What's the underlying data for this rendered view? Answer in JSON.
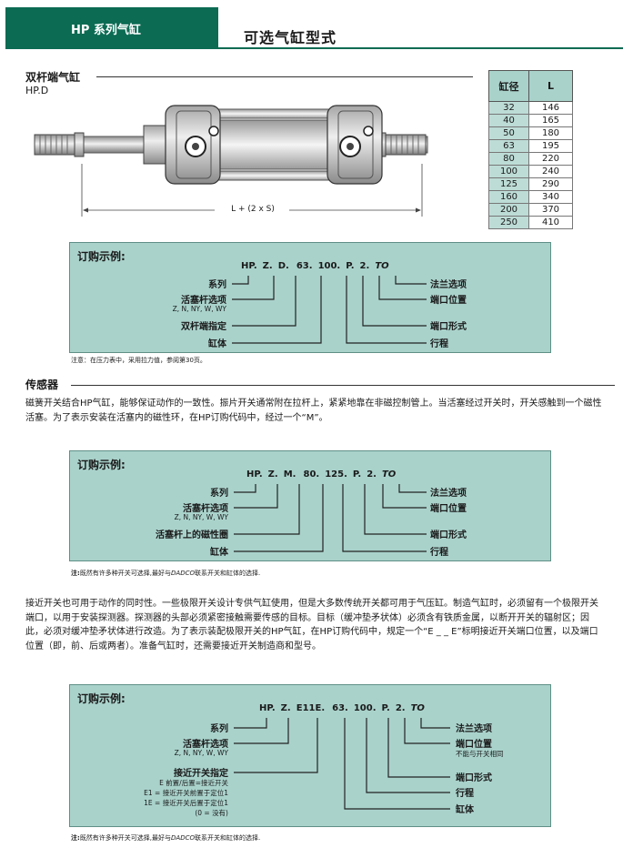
{
  "header": {
    "tab_label": "HP 系列气缸",
    "title": "可选气缸型式"
  },
  "section1": {
    "title": "双杆端气缸",
    "code": "HP.D",
    "dimension_label": "L + (2 x S)"
  },
  "bore_table": {
    "headers": [
      "缸径",
      "L"
    ],
    "rows": [
      [
        "32",
        "146"
      ],
      [
        "40",
        "165"
      ],
      [
        "50",
        "180"
      ],
      [
        "63",
        "195"
      ],
      [
        "80",
        "220"
      ],
      [
        "100",
        "240"
      ],
      [
        "125",
        "290"
      ],
      [
        "160",
        "340"
      ],
      [
        "200",
        "370"
      ],
      [
        "250",
        "410"
      ]
    ]
  },
  "panel1": {
    "title": "订购示例:",
    "codes": [
      "HP.",
      "Z.",
      "D.",
      "63.",
      "100.",
      "P.",
      "2.",
      "TO"
    ],
    "left_labels": [
      "系列",
      "活塞杆选项",
      "双杆端指定",
      "缸体"
    ],
    "left_sub": "Z, N, NY, W, WY",
    "right_labels": [
      "法兰选项",
      "端口位置",
      "端口形式",
      "行程"
    ]
  },
  "note1": "注意：在压力表中，采用拉力值，参阅第30页。",
  "section2": {
    "title": "传感器",
    "paragraph": "磁簧开关结合HP气缸，能够保证动作的一致性。振片开关通常附在拉杆上，紧紧地靠在非磁控制管上。当活塞经过开关时，开关感触到一个磁性活塞。为了表示安装在活塞内的磁性环，在HP订购代码中，经过一个“M”。"
  },
  "panel2": {
    "title": "订购示例:",
    "codes": [
      "HP.",
      "Z.",
      "M.",
      "80.",
      "125.",
      "P.",
      "2.",
      "TO"
    ],
    "left_labels": [
      "系列",
      "活塞杆选项",
      "活塞杆上的磁性圈",
      "缸体"
    ],
    "left_sub": "Z, N, NY, W, WY",
    "right_labels": [
      "法兰选项",
      "端口位置",
      "端口形式",
      "行程"
    ]
  },
  "note2": {
    "prefix": "注:",
    "text_a": "既然有许多种开关可选择,最好与",
    "brand": "DADCO",
    "text_b": "联系开关和缸体的选择."
  },
  "section3": {
    "paragraph": "接近开关也可用于动作的同时性。一些极限开关设计专供气缸使用，但是大多数传统开关都可用于气压缸。制造气缸时，必须留有一个极限开关端口，以用于安装探测器。探测器的头部必须紧密接触需要传感的目标。目标（缓冲垫矛状体）必须含有铁质金属，以断开开关的辐射区；因此，必须对缓冲垫矛状体进行改造。为了表示装配极限开关的HP气缸，在HP订购代码中，规定一个“E _ _ E”标明接近开关端口位置，以及端口位置（即，前、后或两者）。准备气缸时，还需要接近开关制造商和型号。"
  },
  "panel3": {
    "title": "订购示例:",
    "codes": [
      "HP.",
      "Z.",
      "E11E.",
      "63.",
      "100.",
      "P.",
      "2.",
      "TO"
    ],
    "left_labels": [
      "系列",
      "活塞杆选项",
      "接近开关指定"
    ],
    "left_sub": "Z, N, NY, W, WY",
    "prox_options": [
      "E  前置/后置=接近开关",
      "E1 =  接近开关前置于定位1",
      "1E =  接近开关后置于定位1",
      "(0 = 没有)"
    ],
    "right_labels": [
      "法兰选项",
      "端口位置",
      "端口形式",
      "行程",
      "缸体"
    ],
    "right_sub": "不能与开关相同"
  },
  "note3": {
    "prefix": "注:",
    "text_a": "既然有许多种开关可选择,最好与",
    "brand": "DADCO",
    "text_b": "联系开关和缸体的选择."
  }
}
